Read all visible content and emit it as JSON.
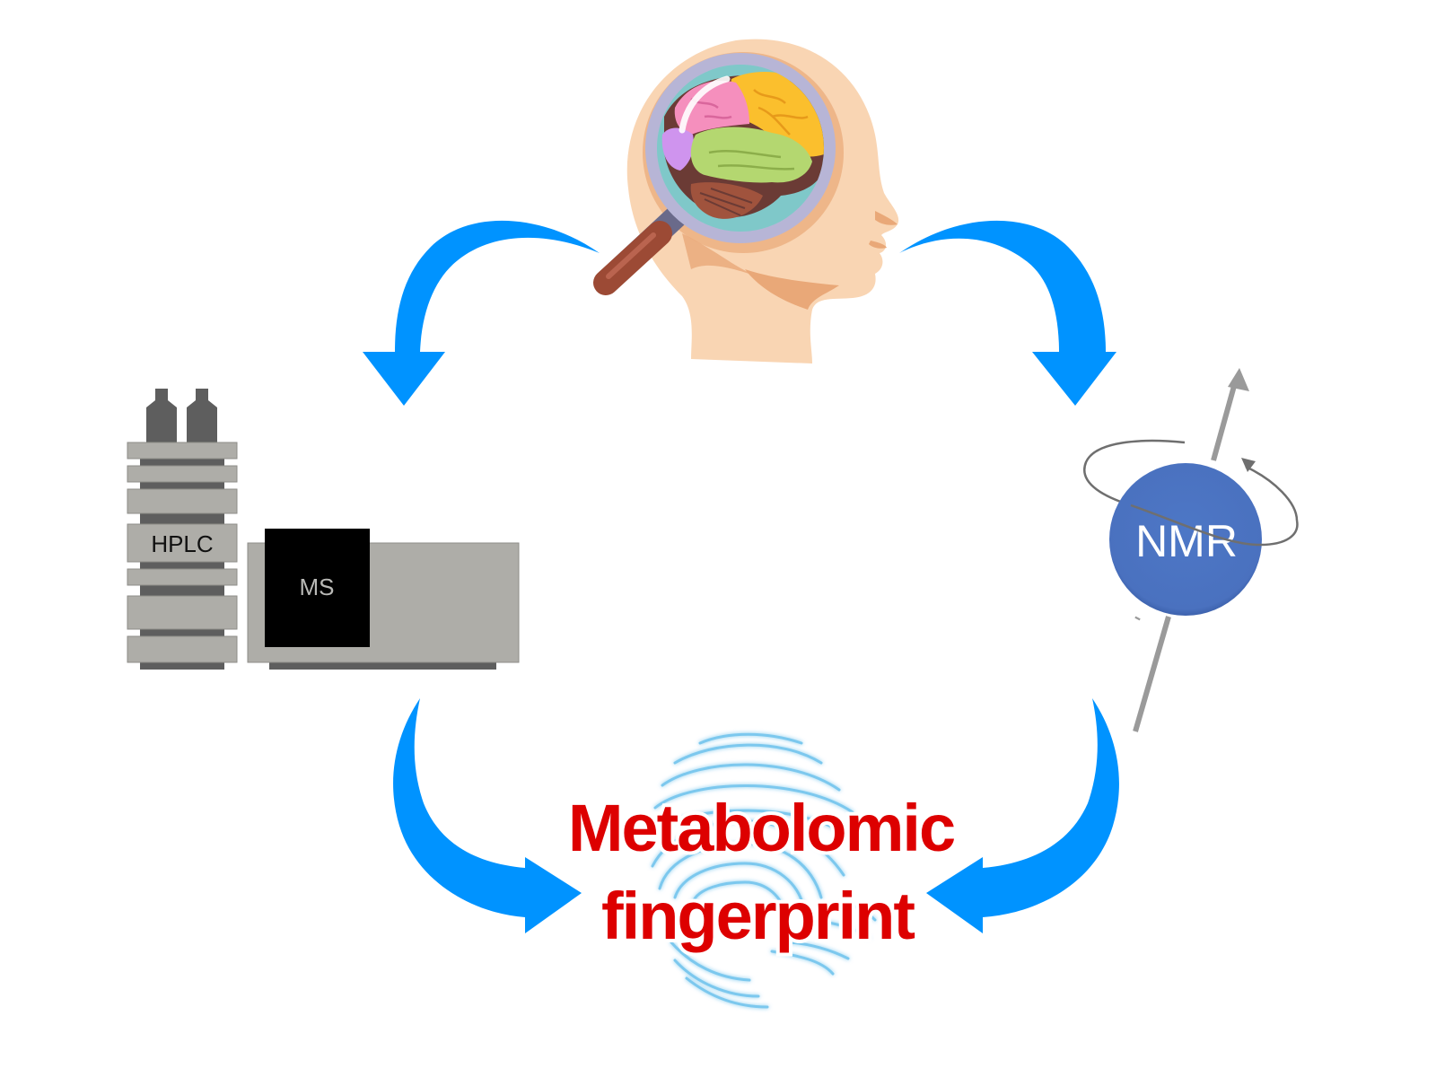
{
  "diagram": {
    "title_line1": "Metabolomic",
    "title_line2": "fingerprint",
    "nodes": {
      "subject": {
        "icon": "head-with-magnifier-brain-icon"
      },
      "hplc": {
        "label": "HPLC"
      },
      "ms": {
        "label": "MS"
      },
      "nmr": {
        "label": "NMR"
      }
    },
    "arrows": [
      {
        "from": "subject",
        "to": "hplc-ms"
      },
      {
        "from": "subject",
        "to": "nmr"
      },
      {
        "from": "hplc-ms",
        "to": "metabolomic-fingerprint"
      },
      {
        "from": "nmr",
        "to": "metabolomic-fingerprint"
      }
    ]
  },
  "colors": {
    "arrow": "#0093ff",
    "title": "#dd0000",
    "nmr_sphere": "#4a72c0",
    "instrument_body": "#aeada8",
    "instrument_dark": "#5a5a5a",
    "ms_panel": "#000000",
    "fingerprint": "#7cc8ee",
    "skin": "#f9d5b3",
    "skin_shadow": "#e9a878"
  }
}
